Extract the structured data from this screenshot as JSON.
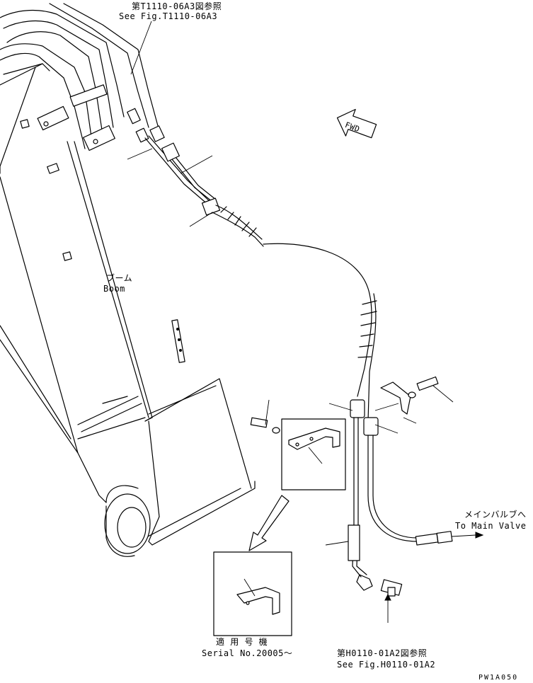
{
  "labels": {
    "ref_top_jp": "第T1110-06A3図参照",
    "ref_top_en": "See Fig.T1110-06A3",
    "boom_jp": "ブーム",
    "boom_en": "Boom",
    "main_valve_jp": "メインバルブへ",
    "main_valve_en": "To Main Valve",
    "serial_jp": "適 用 号 機",
    "serial_en": "Serial No.20005～",
    "ref_bottom_jp": "第H0110-01A2図参照",
    "ref_bottom_en": "See Fig.H0110-01A2",
    "fwd": "FWD",
    "drawing_code": "PW1A050"
  },
  "icons": {
    "fwd_arrow": "fwd-direction-arrow-icon"
  }
}
